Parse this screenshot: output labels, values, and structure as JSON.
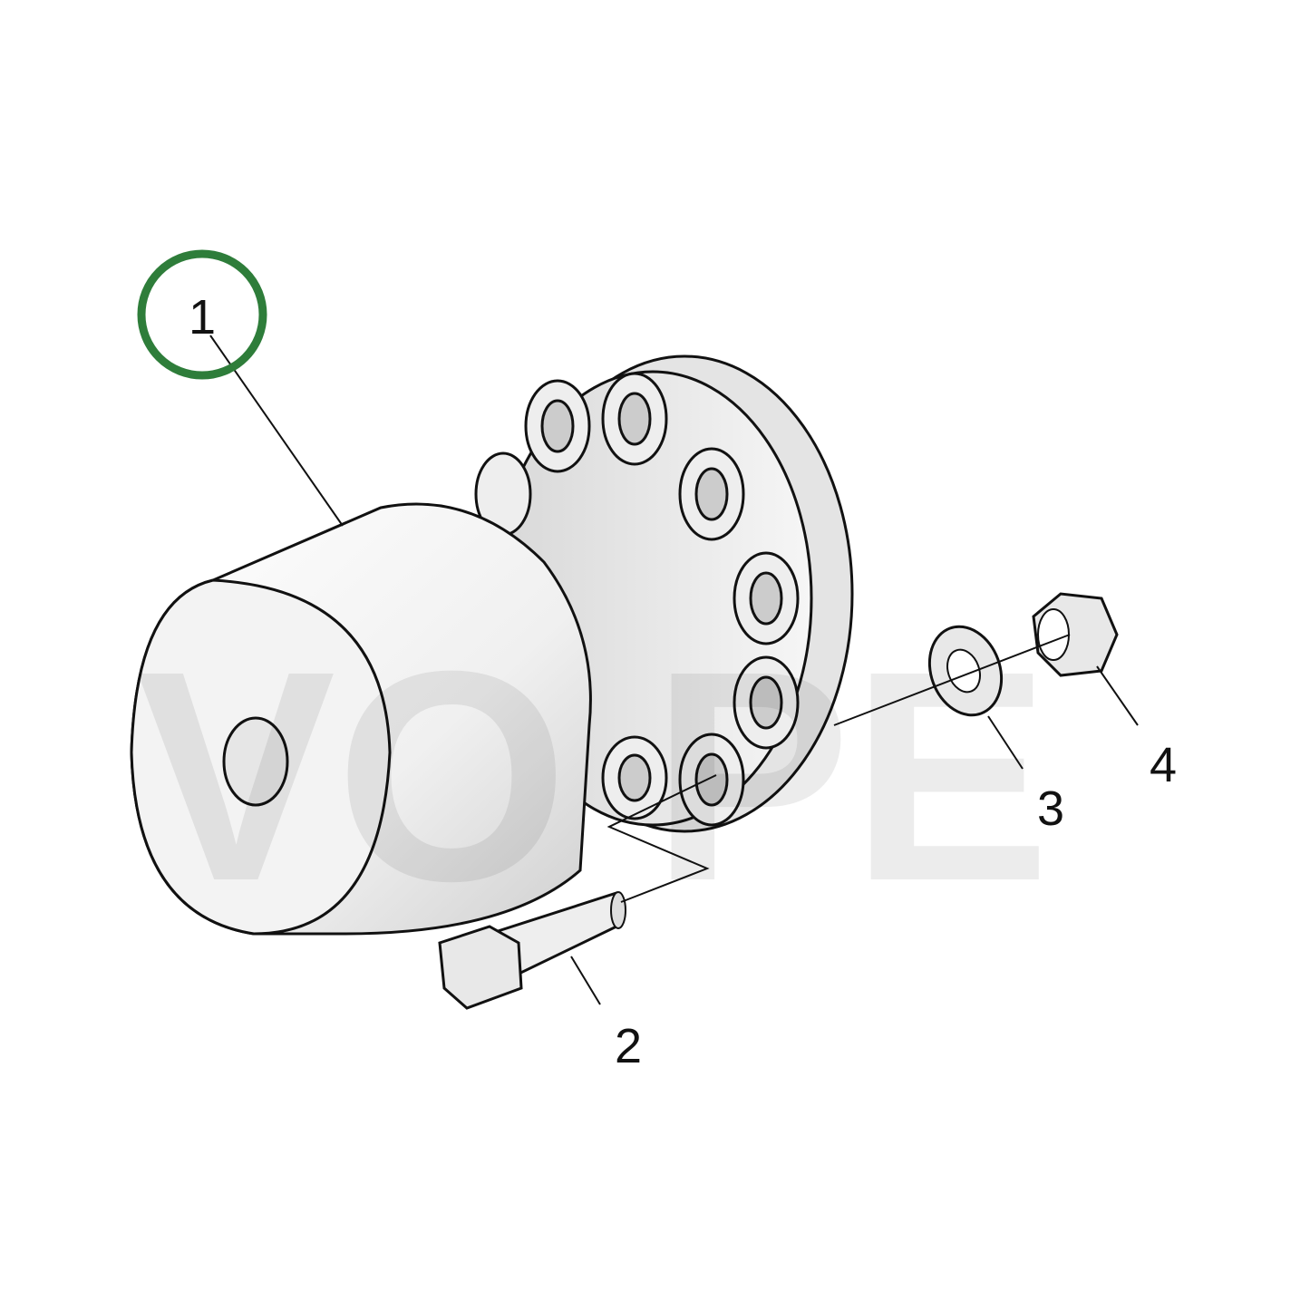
{
  "diagram": {
    "type": "exploded parts diagram",
    "highlight_color": "#2e7d3a",
    "highlighted_callout": "1",
    "callouts": [
      {
        "id": "1",
        "label": "1",
        "part": "hub"
      },
      {
        "id": "2",
        "label": "2",
        "part": "bolt"
      },
      {
        "id": "3",
        "label": "3",
        "part": "washer"
      },
      {
        "id": "4",
        "label": "4",
        "part": "nut"
      }
    ]
  }
}
